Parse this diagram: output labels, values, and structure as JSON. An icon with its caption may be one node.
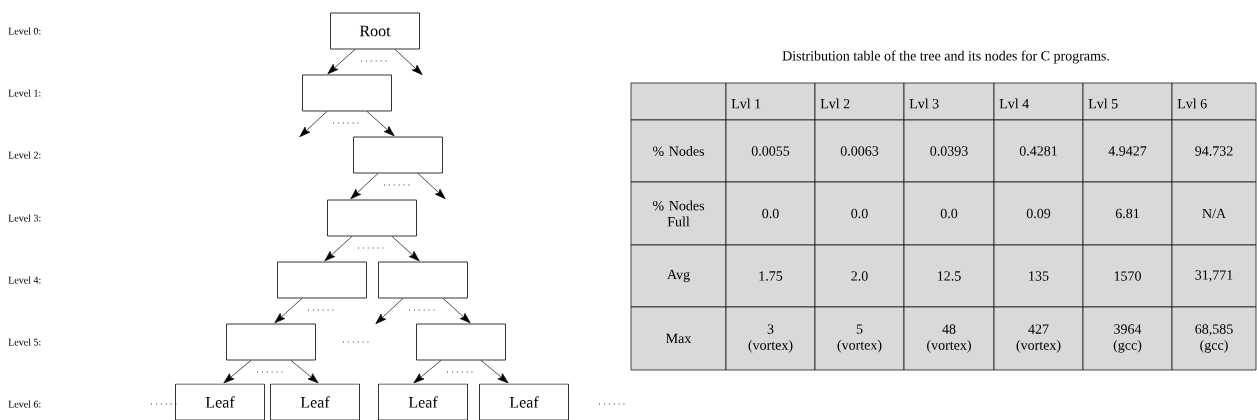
{
  "diagram": {
    "nodes": [
      {
        "text": [
          "Root"
        ]
      },
      {
        "text": [],
        "shape": "box"
      },
      {
        "text": [],
        "shape": "box"
      },
      {
        "text": [],
        "shape": "box"
      },
      {
        "text": [],
        "shape": "box"
      },
      {
        "text": [],
        "shape": "box"
      },
      {
        "text": [],
        "shape": "box"
      },
      {
        "text": [],
        "shape": "box"
      },
      {
        "text": [
          "Leaf"
        ]
      },
      {
        "text": [
          "Leaf"
        ]
      },
      {
        "text": [
          "Leaf"
        ]
      },
      {
        "text": [
          "Leaf"
        ]
      }
    ],
    "edges": [
      {
        "from": 0,
        "to": 1,
        "arrow": "to"
      },
      {
        "from": 0,
        "to": null,
        "arrow": "to"
      },
      {
        "from": 1,
        "to": null,
        "arrow": "to"
      },
      {
        "from": 1,
        "to": 2,
        "arrow": "to"
      },
      {
        "from": 2,
        "to": 3,
        "arrow": "to"
      },
      {
        "from": 2,
        "to": null,
        "arrow": "to"
      },
      {
        "from": 3,
        "to": 4,
        "arrow": "to"
      },
      {
        "from": 3,
        "to": 5,
        "arrow": "to"
      },
      {
        "from": 4,
        "to": 6,
        "arrow": "to"
      },
      {
        "from": 5,
        "to": null,
        "arrow": "to"
      },
      {
        "from": 5,
        "to": 7,
        "arrow": "to"
      },
      {
        "from": 6,
        "to": 8,
        "arrow": "to"
      },
      {
        "from": 6,
        "to": 9,
        "arrow": "to"
      },
      {
        "from": 7,
        "to": 10,
        "arrow": "to"
      },
      {
        "from": 7,
        "to": 11,
        "arrow": "to"
      }
    ],
    "labels": [
      "Level 0:",
      "Level 1:",
      "Level 2:",
      "Level 3:",
      "Level 4:",
      "Level 5:",
      "Level 6:",
      "Distribution table of the tree and its nodes for C programs.",
      "Lvl 1",
      "Lvl 2",
      "Lvl 3",
      "Lvl 4",
      "Lvl 5",
      "Lvl 6",
      "% Nodes",
      "0.0055",
      "0.0063",
      "0.0393",
      "0.4281",
      "4.9427",
      "94.732",
      "% Nodes Full",
      "0.0",
      "0.0",
      "0.0",
      "0.09",
      "6.81",
      "N/A",
      "Avg",
      "1.75",
      "2.0",
      "12.5",
      "135",
      "1570",
      "31,771",
      "Max",
      "3 (vortex)",
      "5 (vortex)",
      "48 (vortex)",
      "427 (vortex)",
      "3964 (gcc)",
      "68,585 (gcc)"
    ]
  }
}
